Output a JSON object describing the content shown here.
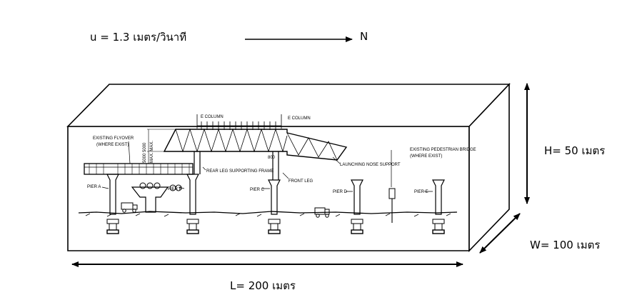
{
  "header": {
    "velocity_label": "u = 1.3 เมตร/วินาที",
    "direction_label": "N"
  },
  "dimensions": {
    "height_label": "H= 50 เมตร",
    "width_label": "W= 100 เมตร",
    "length_label": "L= 200 เมตร"
  },
  "drawing": {
    "e_column_1": "E COLUMN",
    "e_column_2": "E COLUMN",
    "existing_flyover": "EXISTING FLYOVER",
    "where_exist_1": "(WHERE EXIST)",
    "dim_max": "5000 5000",
    "max_label": "MAX. MAX.",
    "dim_800": "800",
    "rear_leg": "REAR LEG SUPPORTING FRAME",
    "front_leg": "FRONT LEG",
    "launching_nose": "LAUNCHING NOSE SUPPORT",
    "pedestrian_bridge": "EXISTING PEDESTRIAN BRIDGE",
    "where_exist_2": "(WHERE EXIST)",
    "pier_a": "PIER A",
    "pier_b": "PIER B",
    "pier_c": "PIER C",
    "pier_d": "PIER D",
    "pier_e": "PIER E"
  }
}
